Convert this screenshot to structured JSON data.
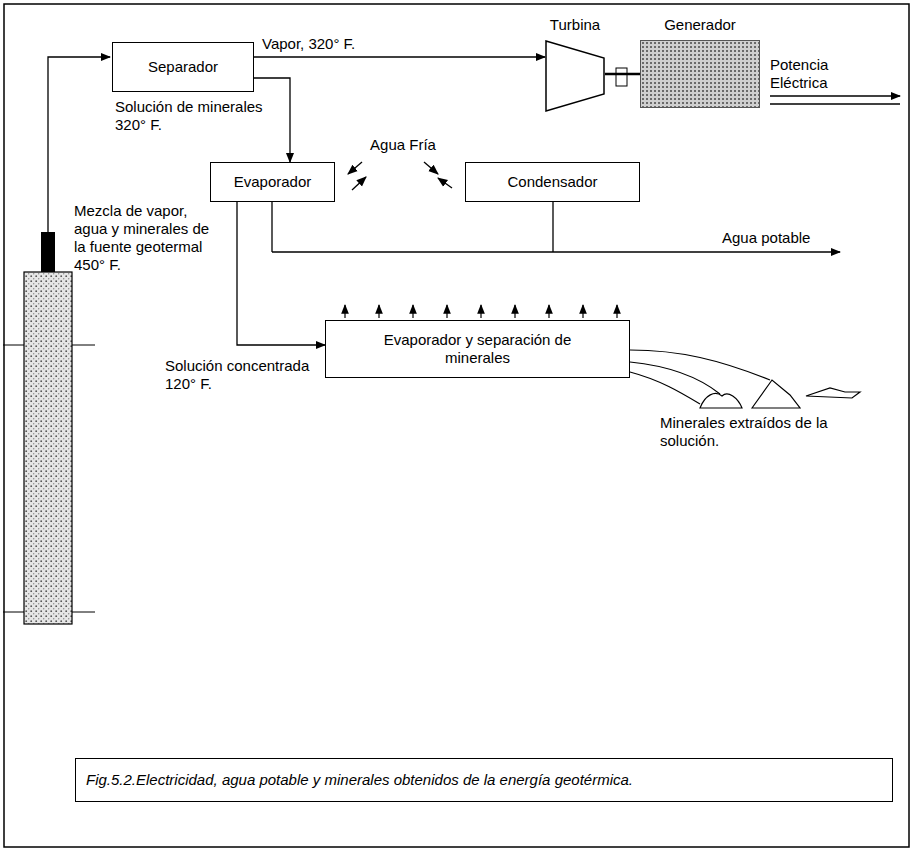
{
  "diagram": {
    "caption": "Fig.5.2.Electricidad, agua potable y minerales obtenidos de la energía geotérmica.",
    "nodes": [
      {
        "text": [
          "Separador"
        ]
      },
      {
        "text": [
          "Turbina"
        ]
      },
      {
        "text": [
          "Generador"
        ]
      },
      {
        "text": [
          "Evaporador"
        ]
      },
      {
        "text": [
          "Condensador"
        ]
      },
      {
        "text": [
          "Evaporador y separación de minerales"
        ]
      }
    ],
    "edges": [
      {
        "from": 0,
        "to": 1,
        "label": "Vapor, 320° F.",
        "arrow": "to"
      },
      {
        "from": 0,
        "to": 3,
        "label": "Solución de minerales 320° F.",
        "arrow": "to"
      },
      {
        "from": 1,
        "to": 2,
        "arrow": "none"
      },
      {
        "from": 3,
        "to": 5,
        "label": "Solución concentrada 120° F.",
        "arrow": "to"
      }
    ],
    "labels": [
      "Potencia Eléctrica",
      "Agua Fría",
      "Agua potable",
      "Mezcla de vapor, agua y minerales de la fuente geotermal 450° F.",
      "Minerales extraídos de la solución."
    ]
  }
}
